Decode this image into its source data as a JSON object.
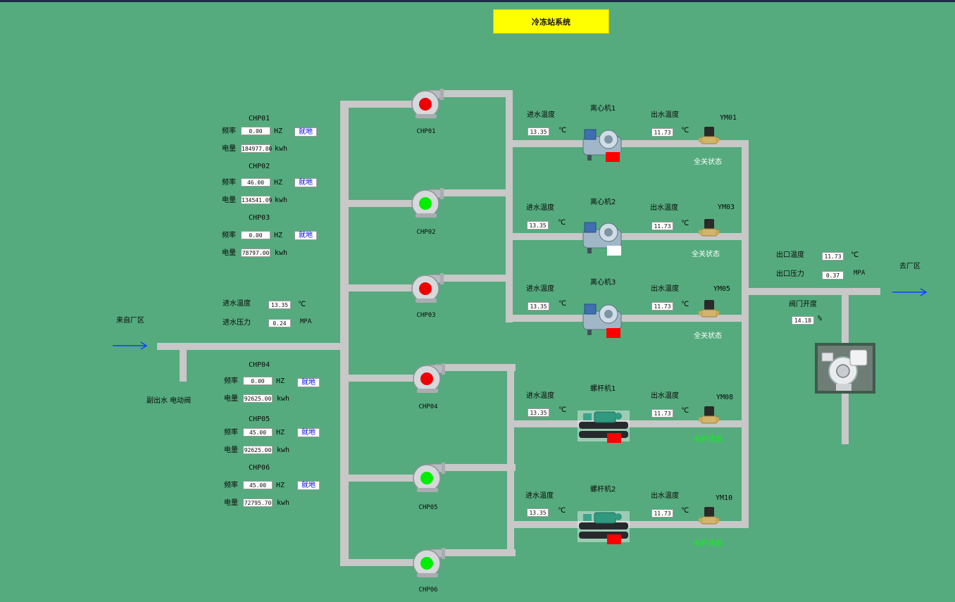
{
  "title": "冷冻站系统",
  "colors": {
    "background": "#55ab7e",
    "title_bg": "#ffff00",
    "pipe": "#c8c8c8",
    "pump_running": "#00ee00",
    "pump_stopped": "#ee0000",
    "state_open": "#00ff00",
    "state_closed": "#ffffff",
    "local_text": "#0000ee"
  },
  "labels": {
    "freq": "频率",
    "energy": "电量",
    "hz": "HZ",
    "kwh": "kwh",
    "local": "就地",
    "inlet_temp": "进水温度",
    "outlet_temp": "出水温度",
    "celsius": "℃",
    "mpa": "MPA"
  },
  "inlet": {
    "source": "来自厂区",
    "bypass": "副出水 电动阀",
    "temp_label": "进水温度",
    "temp": "13.35",
    "pressure_label": "进水压力",
    "pressure": "0.24"
  },
  "pumps": [
    {
      "name": "CHP01",
      "freq": "0.00",
      "energy": "184977.80",
      "status": "stopped"
    },
    {
      "name": "CHP02",
      "freq": "46.00",
      "energy": "134541.09",
      "status": "running"
    },
    {
      "name": "CHP03",
      "freq": "0.00",
      "energy": "78797.00",
      "status": "stopped"
    },
    {
      "name": "CHP04",
      "freq": "0.00",
      "energy": "92625.00",
      "status": "stopped"
    },
    {
      "name": "CHP05",
      "freq": "45.00",
      "energy": "92625.00",
      "status": "running"
    },
    {
      "name": "CHP06",
      "freq": "45.00",
      "energy": "72795.70",
      "status": "running"
    }
  ],
  "chillers": [
    {
      "name": "离心机1",
      "type": "centrifugal",
      "in_temp": "13.35",
      "out_temp": "11.73",
      "valve": "YM01",
      "state": "全关状态",
      "indicator": "red"
    },
    {
      "name": "离心机2",
      "type": "centrifugal",
      "in_temp": "13.35",
      "out_temp": "11.73",
      "valve": "YM03",
      "state": "全关状态",
      "indicator": "white"
    },
    {
      "name": "离心机3",
      "type": "centrifugal",
      "in_temp": "13.35",
      "out_temp": "11.73",
      "valve": "YM05",
      "state": "全关状态",
      "indicator": "red"
    },
    {
      "name": "螺杆机1",
      "type": "screw",
      "in_temp": "13.35",
      "out_temp": "11.73",
      "valve": "YM08",
      "state": "全开状态",
      "indicator": "red"
    },
    {
      "name": "螺杆机2",
      "type": "screw",
      "in_temp": "13.35",
      "out_temp": "11.73",
      "valve": "YM10",
      "state": "全开状态",
      "indicator": "red"
    }
  ],
  "outlet": {
    "temp_label": "出口温度",
    "temp": "11.73",
    "pressure_label": "出口压力",
    "pressure": "0.37",
    "destination": "去厂区",
    "valve_label": "阀门开度",
    "valve_open": "14.18",
    "percent": "%"
  }
}
